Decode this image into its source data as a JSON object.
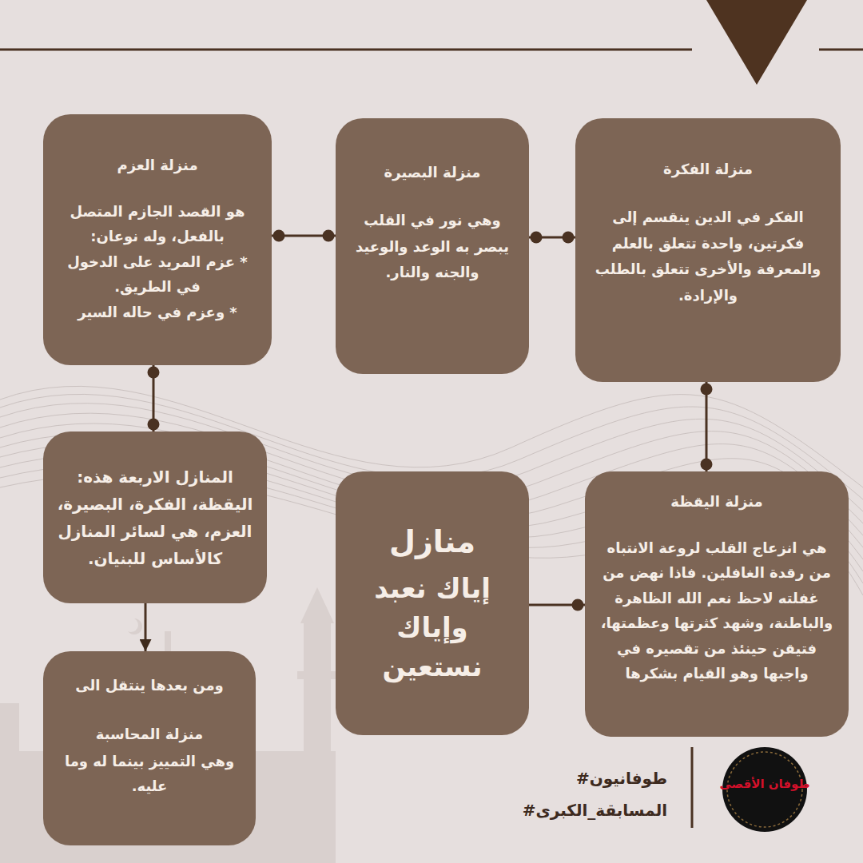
{
  "diagram": {
    "nodes": [
      {
        "text": [
          "منازل",
          "إياك نعبد وإياك نستعين"
        ]
      },
      {
        "text": [
          "منزلة اليقظة",
          "هي انزعاج القلب لروعة الانتباه من رقدة الغافلين. فاذا نهض من غفلته لاحظ نعم الله الظاهرة والباطنة، وشهد كثرتها وعظمتها، فتيقن حينئذ من تقصيره في واجبها وهو القيام بشكرها"
        ]
      },
      {
        "text": [
          "منزلة الفكرة",
          "الفكر في الدين ينقسم إلى فكرتين، واحدة تتعلق بالعلم والمعرفة والأخرى تتعلق بالطلب والإرادة."
        ]
      },
      {
        "text": [
          "منزلة البصيرة",
          "وهي نور في القلب يبصر به الوعد والوعيد والجنه والنار."
        ]
      },
      {
        "text": [
          "منزلة العزم",
          "هو القصد الجازم المتصل بالفعل، وله نوعان:",
          "* عزم المريد على الدخول في الطريق.",
          "* وعزم في حاله السير"
        ]
      },
      {
        "text": [
          "المنازل الاربعة هذه: اليقظة، الفكرة، البصيرة، العزم، هي لسائر المنازل كالأساس للبنيان."
        ]
      },
      {
        "text": [
          "ومن بعدها ينتقل الى",
          "منزلة المحاسبة",
          "وهي التمييز بينما له وما عليه."
        ]
      }
    ],
    "edges": [
      {
        "from": 0,
        "to": 1,
        "arrow": "none"
      },
      {
        "from": 1,
        "to": 2,
        "arrow": "none"
      },
      {
        "from": 2,
        "to": 3,
        "arrow": "none"
      },
      {
        "from": 3,
        "to": 4,
        "arrow": "none"
      },
      {
        "from": 4,
        "to": 5,
        "arrow": "none"
      },
      {
        "from": 5,
        "to": 6,
        "arrow": "to"
      }
    ],
    "labels": [
      "#طوفانيون",
      "#المسابقة_الكبرى",
      "طوفان الأقصى"
    ]
  }
}
